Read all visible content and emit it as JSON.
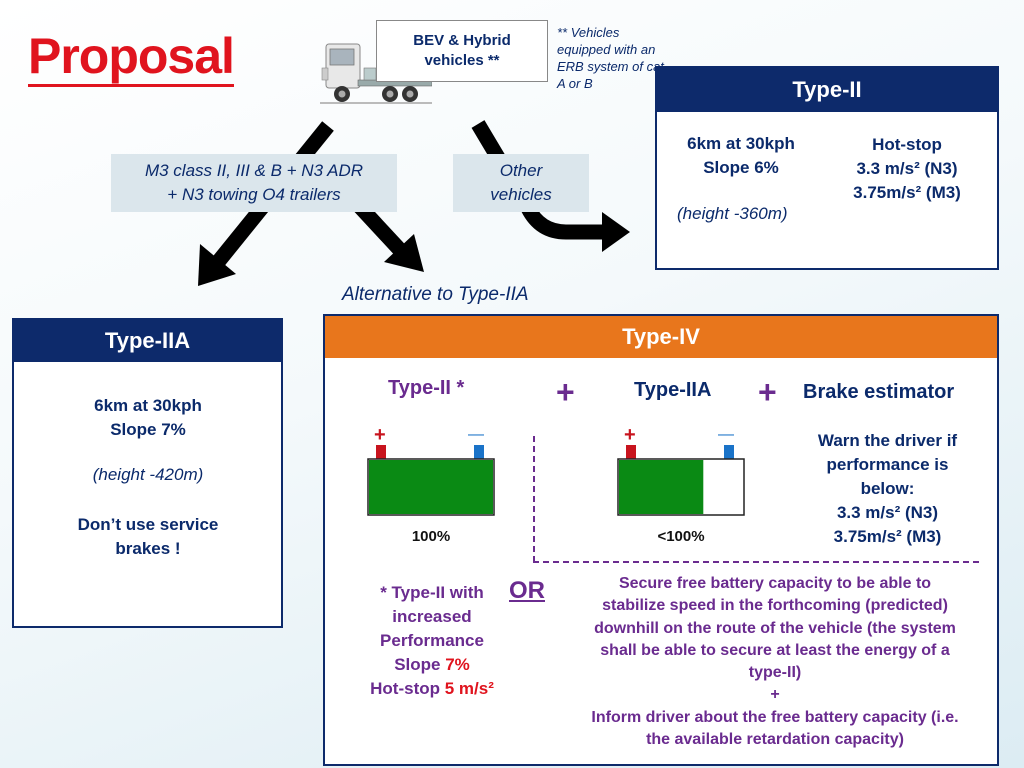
{
  "title": "Proposal",
  "bev_box": {
    "line1": "BEV & Hybrid",
    "line2": "vehicles **"
  },
  "erb_note": "** Vehicles equipped with an ERB system of cat A or B",
  "branch_m3": {
    "line1": "M3 class II, III & B + N3 ADR",
    "line2": "+ N3 towing O4 trailers"
  },
  "branch_other": {
    "line1": "Other",
    "line2": "vehicles"
  },
  "alternative_label": "Alternative to Type-IIA",
  "type_ii": {
    "header": "Type-II",
    "left_line1": "6km at 30kph",
    "left_line2": "Slope 6%",
    "height": "(height -360m)",
    "right_line1": "Hot-stop",
    "right_line2": "3.3 m/s² (N3)",
    "right_line3": "3.75m/s² (M3)"
  },
  "type_iia": {
    "header": "Type-IIA",
    "line1": "6km at 30kph",
    "line2": "Slope 7%",
    "height": "(height -420m)",
    "warn_line1": "Don’t use service",
    "warn_line2": "brakes !"
  },
  "type_iv": {
    "header": "Type-IV",
    "component_a": "Type-II *",
    "plus": "+",
    "component_b": "Type-IIA",
    "component_c": "Brake estimator",
    "battery_a_label": "100%",
    "battery_b_label": "<100%",
    "battery_a_fill": 1.0,
    "battery_b_fill": 0.68,
    "battery_plus": "+",
    "battery_minus": "—",
    "warn_lines": [
      "Warn the driver if",
      "performance is",
      "below:",
      "3.3 m/s² (N3)",
      "3.75m/s² (M3)"
    ],
    "footnote_lines": [
      "* Type-II with",
      "increased",
      "Performance"
    ],
    "footnote_slope_label": "Slope ",
    "footnote_slope_value": "7%",
    "footnote_hotstop_label": "Hot-stop ",
    "footnote_hotstop_value": "5 m/s²",
    "or_label": "OR",
    "secure_lines": [
      "Secure free battery capacity to be able to",
      "stabilize speed in the forthcoming (predicted)",
      "downhill on the route of the vehicle (the system",
      "shall be able to secure at least the energy of a",
      "type-II)",
      "+",
      "Inform driver about the free battery capacity (i.e.",
      "the available retardation capacity)"
    ]
  },
  "colors": {
    "title_red": "#e0141e",
    "navy": "#0d2a6b",
    "orange": "#e8761c",
    "purple": "#6a2b8f",
    "battery_green": "#0a8a14",
    "battery_terminal_red": "#c8141e",
    "battery_terminal_blue": "#1a73c8"
  }
}
